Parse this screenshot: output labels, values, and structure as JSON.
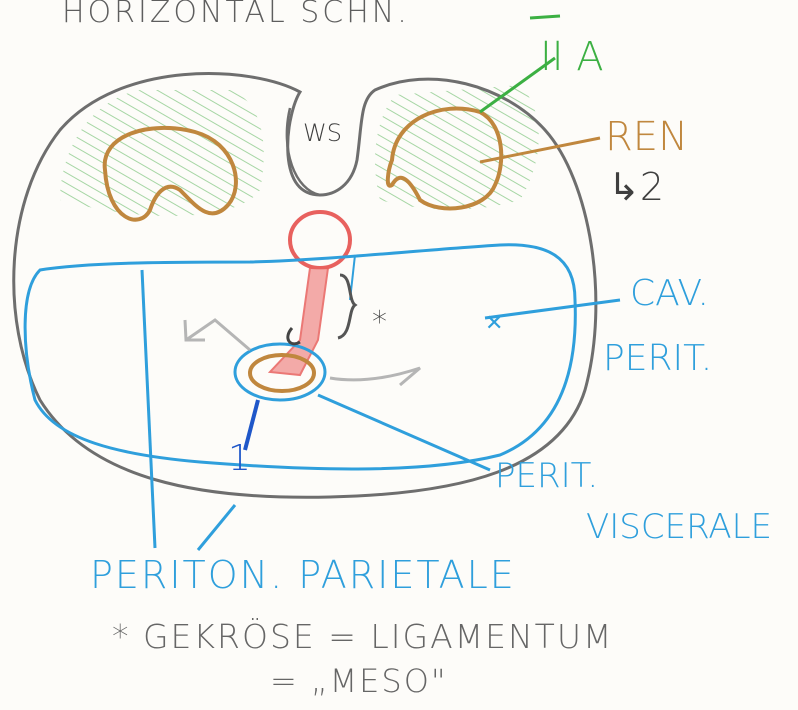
{
  "header": {
    "title": "HORIZONTAL SCHN."
  },
  "labels": {
    "ws": "WS",
    "section": "II A",
    "ren": "REN",
    "ren_sub": "↳2",
    "cav_1": "CAV.",
    "cav_2": "PERIT.",
    "perit_visc_1": "PERIT.",
    "perit_visc_2": "VISCERALE",
    "perit_par": "PERITON. PARIETALE",
    "star": "*",
    "number": "1",
    "footnote_1": "* GEKRÖSE = LIGAMENTUM",
    "footnote_2": "= „MESO\""
  },
  "colors": {
    "outline": "#6e6e6e",
    "kidney": "#c0873e",
    "hatch": "#5fb65f",
    "aorta": "#e8615e",
    "peritoneum": "#2f9fdc",
    "pencil": "#5e5e5e"
  }
}
